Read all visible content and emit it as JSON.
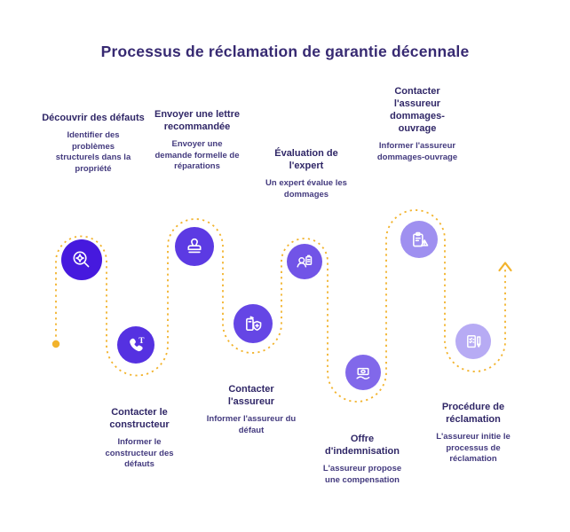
{
  "title": "Processus de réclamation de garantie décennale",
  "colors": {
    "path": "#F2B32C",
    "title_text": "#372A72",
    "step_label_text": "#302767",
    "step_desc_text": "#433A7E",
    "icon_stroke": "#FFFFFF"
  },
  "steps": [
    {
      "label": "Découvrir des défauts",
      "description": "Identifier des problèmes structurels dans la propriété",
      "icon": "magnifier-sparkle-icon",
      "circle_color": "#4619DE"
    },
    {
      "label": "Contacter le constructeur",
      "description": "Informer le constructeur des défauts",
      "icon": "phone-icon",
      "circle_color": "#5531E1"
    },
    {
      "label": "Envoyer une lettre recommandée",
      "description": "Envoyer une demande formelle de réparations",
      "icon": "stamp-icon",
      "circle_color": "#5C3AE3"
    },
    {
      "label": "Contacter l'assureur",
      "description": "Informer l'assureur du défaut",
      "icon": "device-shield-icon",
      "circle_color": "#6546E5"
    },
    {
      "label": "Évaluation de l'expert",
      "description": "Un expert évalue les dommages",
      "icon": "expert-clipboard-icon",
      "circle_color": "#7154E7"
    },
    {
      "label": "Offre d'indemnisation",
      "description": "L'assureur propose une compensation",
      "icon": "money-hand-icon",
      "circle_color": "#8168EA"
    },
    {
      "label": "Contacter l'assureur dommages-ouvrage",
      "description": "Informer l'assureur dommages-ouvrage",
      "icon": "clipboard-warning-icon",
      "circle_color": "#9F90F0"
    },
    {
      "label": "Procédure de réclamation",
      "description": "L'assureur initie le processus de réclamation",
      "icon": "document-pen-icon",
      "circle_color": "#B7ABF4"
    }
  ]
}
